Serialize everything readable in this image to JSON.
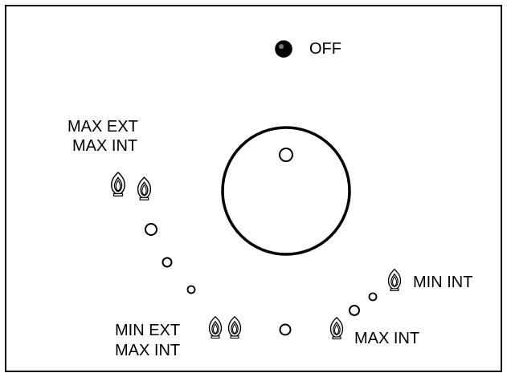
{
  "labels": {
    "off": "OFF",
    "max_ext": "MAX EXT",
    "max_int_top": "MAX INT",
    "min_int": "MIN INT",
    "min_ext": "MIN EXT",
    "max_int_bottom_left": "MAX INT",
    "max_int_bottom_right": "MAX INT"
  },
  "icons": {
    "off_marker": "filled-dot-icon",
    "flame": "flame-icon",
    "position_dot": "dot-icon",
    "knob": "knob-icon"
  },
  "colors": {
    "line": "#000000",
    "background": "#ffffff",
    "flame_fill": "#f3f3f3"
  }
}
